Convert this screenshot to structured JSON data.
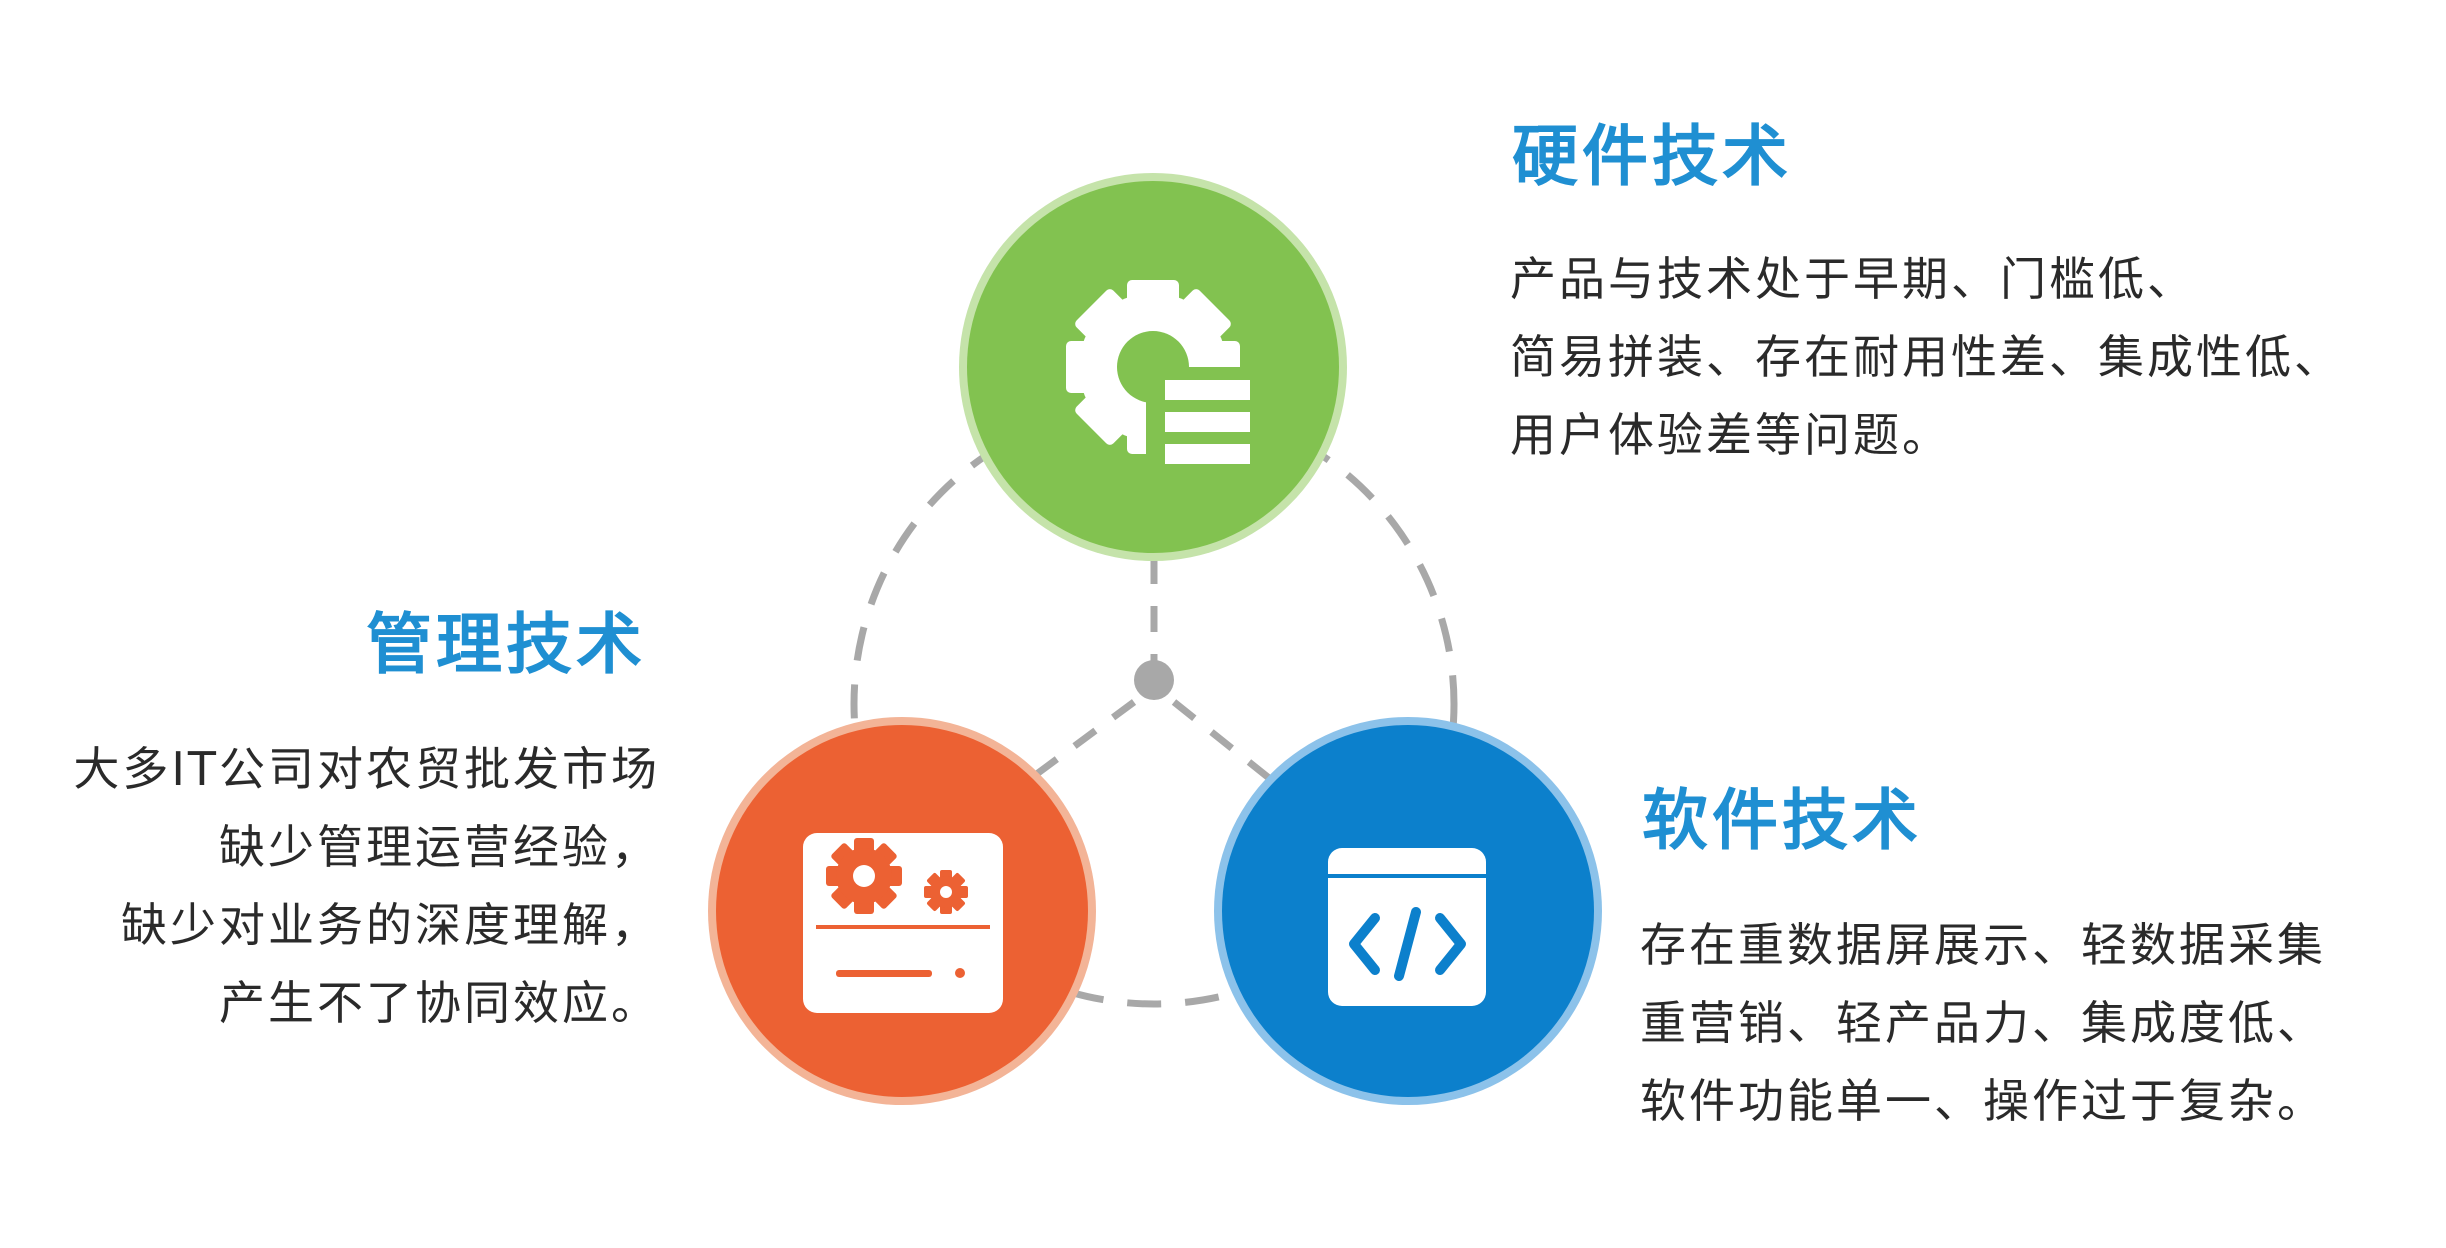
{
  "colors": {
    "hardware": "#82c250",
    "management": "#ec6133",
    "software": "#0c80cc",
    "title": "#1f8fd2",
    "connector": "#a8a8a8",
    "hub": "#a8a8a8"
  },
  "nodes": [
    {
      "id": "hardware",
      "title": "硬件技术",
      "icon": "gear-list-icon",
      "lines": [
        "产品与技术处于早期、门槛低、",
        "简易拼装、存在耐用性差、集成性低、",
        "用户体验差等问题。"
      ]
    },
    {
      "id": "management",
      "title": "管理技术",
      "icon": "gears-panel-icon",
      "lines": [
        "大多IT公司对农贸批发市场",
        "缺少管理运营经验，",
        "缺少对业务的深度理解，",
        "产生不了协同效应。"
      ]
    },
    {
      "id": "software",
      "title": "软件技术",
      "icon": "code-window-icon",
      "lines": [
        "存在重数据屏展示、轻数据采集",
        "重营销、轻产品力、集成度低、",
        "软件功能单一、操作过于复杂。"
      ]
    }
  ]
}
